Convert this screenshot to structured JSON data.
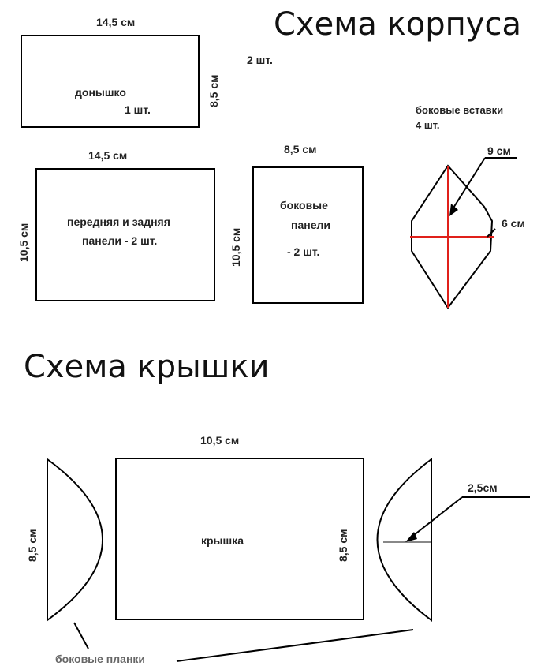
{
  "titles": {
    "body_scheme": "Схема корпуса",
    "lid_scheme": "Схема крышки"
  },
  "bottom": {
    "width": "14,5 см",
    "height": "8,5 см",
    "name": "донышко",
    "count": "1 шт.",
    "side_count": "2 шт."
  },
  "front_back": {
    "width": "14,5 см",
    "height": "10,5 см",
    "name": "передняя и задняя",
    "name2": "панели - 2 шт."
  },
  "side_panels": {
    "width": "8,5 см",
    "height": "10,5 см",
    "name": "боковые",
    "name2": "панели",
    "count": "- 2 шт."
  },
  "side_inserts": {
    "name": "боковые вставки",
    "count": "4 шт.",
    "height_dim": "9 см",
    "width_dim": "6 см"
  },
  "lid": {
    "width": "10,5 см",
    "height": "8,5 см",
    "name": "крышка",
    "left_height": "8,5 см",
    "strip_depth": "2,5см",
    "strips_label": "боковые планки"
  }
}
